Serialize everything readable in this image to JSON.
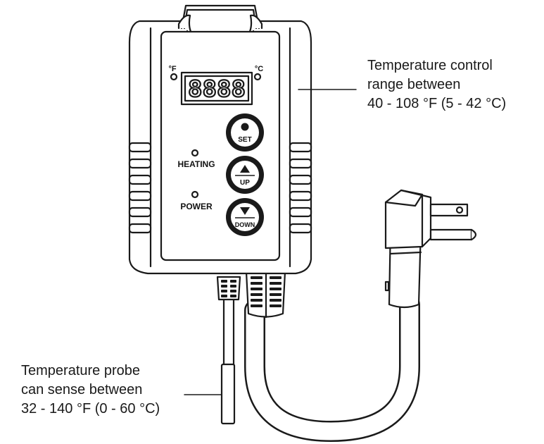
{
  "device": {
    "unit_f": "°F",
    "unit_c": "°C",
    "display_digits": "8888",
    "indicators": {
      "heating": "HEATING",
      "power": "POWER"
    },
    "buttons": {
      "set": "SET",
      "up": "UP",
      "down": "DOWN"
    }
  },
  "callouts": {
    "control_range": [
      "Temperature control",
      "range between",
      "40 - 108 °F (5 - 42 °C)"
    ],
    "probe_range": [
      "Temperature probe",
      "can sense between",
      "32 - 140 °F (0 - 60 °C)"
    ]
  },
  "colors": {
    "line": "#1a1a1a",
    "fill": "#ffffff",
    "panel": "#ffffff",
    "button": "#1a1a1a"
  }
}
